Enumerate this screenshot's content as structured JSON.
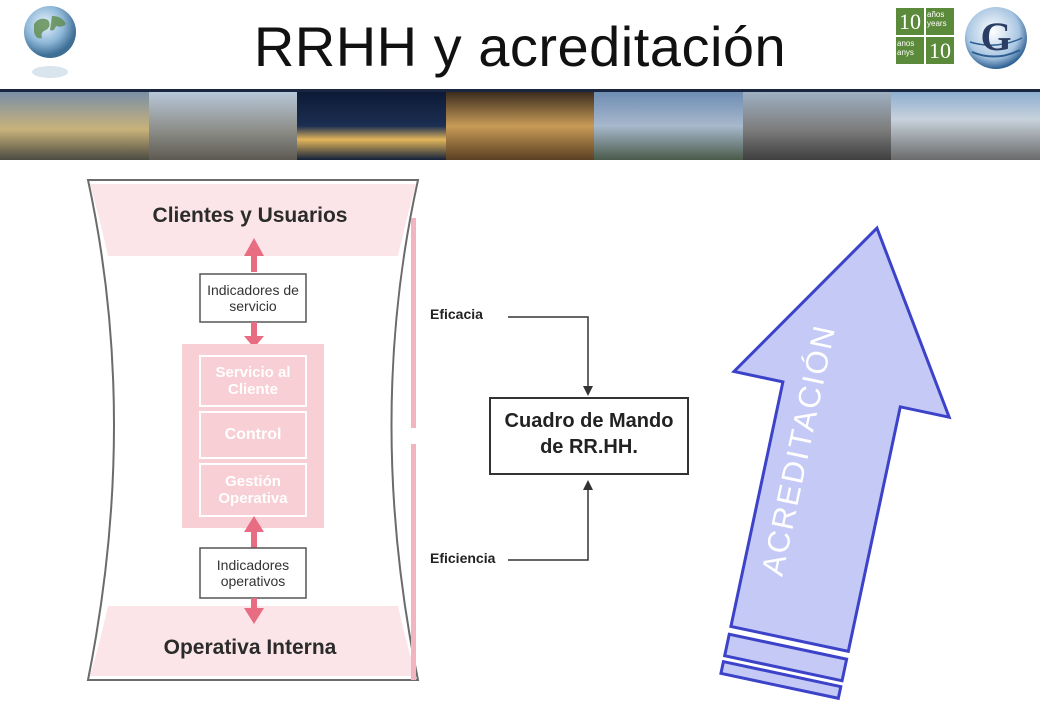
{
  "header": {
    "title": "RRHH y acreditación",
    "badge": {
      "num_top": "10",
      "num_bottom": "10",
      "top_right": "años years",
      "bottom_left": "anos anys"
    },
    "logo_letter": "G"
  },
  "diagram": {
    "top_label": "Clientes y Usuarios",
    "bottom_label": "Operativa Interna",
    "box_service_indicators": "Indicadores de servicio",
    "box_customer_service": "Servicio al Cliente",
    "box_control": "Control",
    "box_operational_mgmt": "Gestión Operativa",
    "box_operational_indicators": "Indicadores operativos",
    "label_efficacy": "Eficacia",
    "label_efficiency": "Eficiencia",
    "dashboard_line1": "Cuadro de Mando",
    "dashboard_line2": "de RR.HH."
  },
  "arrow": {
    "label": "ACREDITACIÓN",
    "colors": {
      "fill": "#c5c9f5",
      "border": "#3c43c8"
    }
  },
  "colors": {
    "pink_fill": "#f7cfd5",
    "pink_bg": "#fbe5e8",
    "pink_arrow": "#e86c82",
    "header_rule": "#1a2540"
  }
}
